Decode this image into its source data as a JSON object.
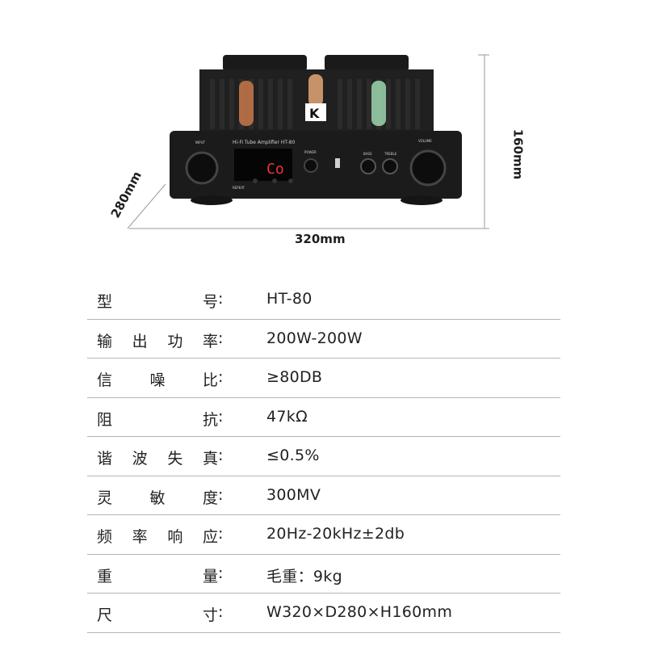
{
  "dimensions": {
    "width": "320mm",
    "height": "160mm",
    "depth": "280mm"
  },
  "product": {
    "label": "Hi-Fi Tube Amplifier HT-80",
    "brand": "K",
    "display": "Co",
    "knob_left_label": "INPUT",
    "knob_right_label": "VOLUME",
    "power_label": "POWER",
    "bass_label": "BASS",
    "treble_label": "TREBLE",
    "repeat_label": "REPEAT"
  },
  "specs": [
    {
      "key": [
        "型",
        "号"
      ],
      "colon": ":",
      "value": "HT-80"
    },
    {
      "key": [
        "输",
        "出",
        "功",
        "率"
      ],
      "colon": ":",
      "value": "200W-200W"
    },
    {
      "key": [
        "信",
        "噪",
        "比"
      ],
      "colon": ":",
      "value": "≥80DB"
    },
    {
      "key": [
        "阻",
        "抗"
      ],
      "colon": ":",
      "value": "47kΩ"
    },
    {
      "key": [
        "谐",
        "波",
        "失",
        "真"
      ],
      "colon": ":",
      "value": "≤0.5%"
    },
    {
      "key": [
        "灵",
        "敏",
        "度"
      ],
      "colon": ":",
      "value": "300MV"
    },
    {
      "key": [
        "频",
        "率",
        "响",
        "应"
      ],
      "colon": ":",
      "value": "20Hz-20kHz±2db"
    },
    {
      "key": [
        "重",
        "量"
      ],
      "colon": ":",
      "value": "毛重：9kg"
    },
    {
      "key": [
        "尺",
        "寸"
      ],
      "colon": ":",
      "value": "W320×D280×H160mm"
    }
  ]
}
